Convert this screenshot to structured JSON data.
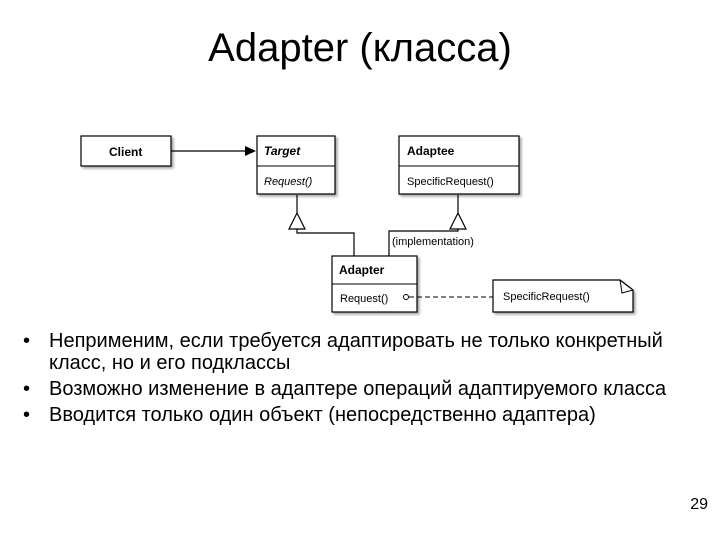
{
  "title": "Adapter (класса)",
  "diagram": {
    "client": "Client",
    "target": {
      "name": "Target",
      "operation": "Request()"
    },
    "adaptee": {
      "name": "Adaptee",
      "operation": "SpecificRequest()"
    },
    "adapter": {
      "name": "Adapter",
      "operation": "Request()"
    },
    "implementation_label": "(implementation)",
    "note": "SpecificRequest()"
  },
  "bullets": [
    "Неприменим, если требуется адаптировать не только конкретный класс, но и его подклассы",
    "Возможно изменение в адаптере операций адаптируемого класса",
    "Вводится только один объект (непосредственно адаптера)"
  ],
  "page_number": "29"
}
